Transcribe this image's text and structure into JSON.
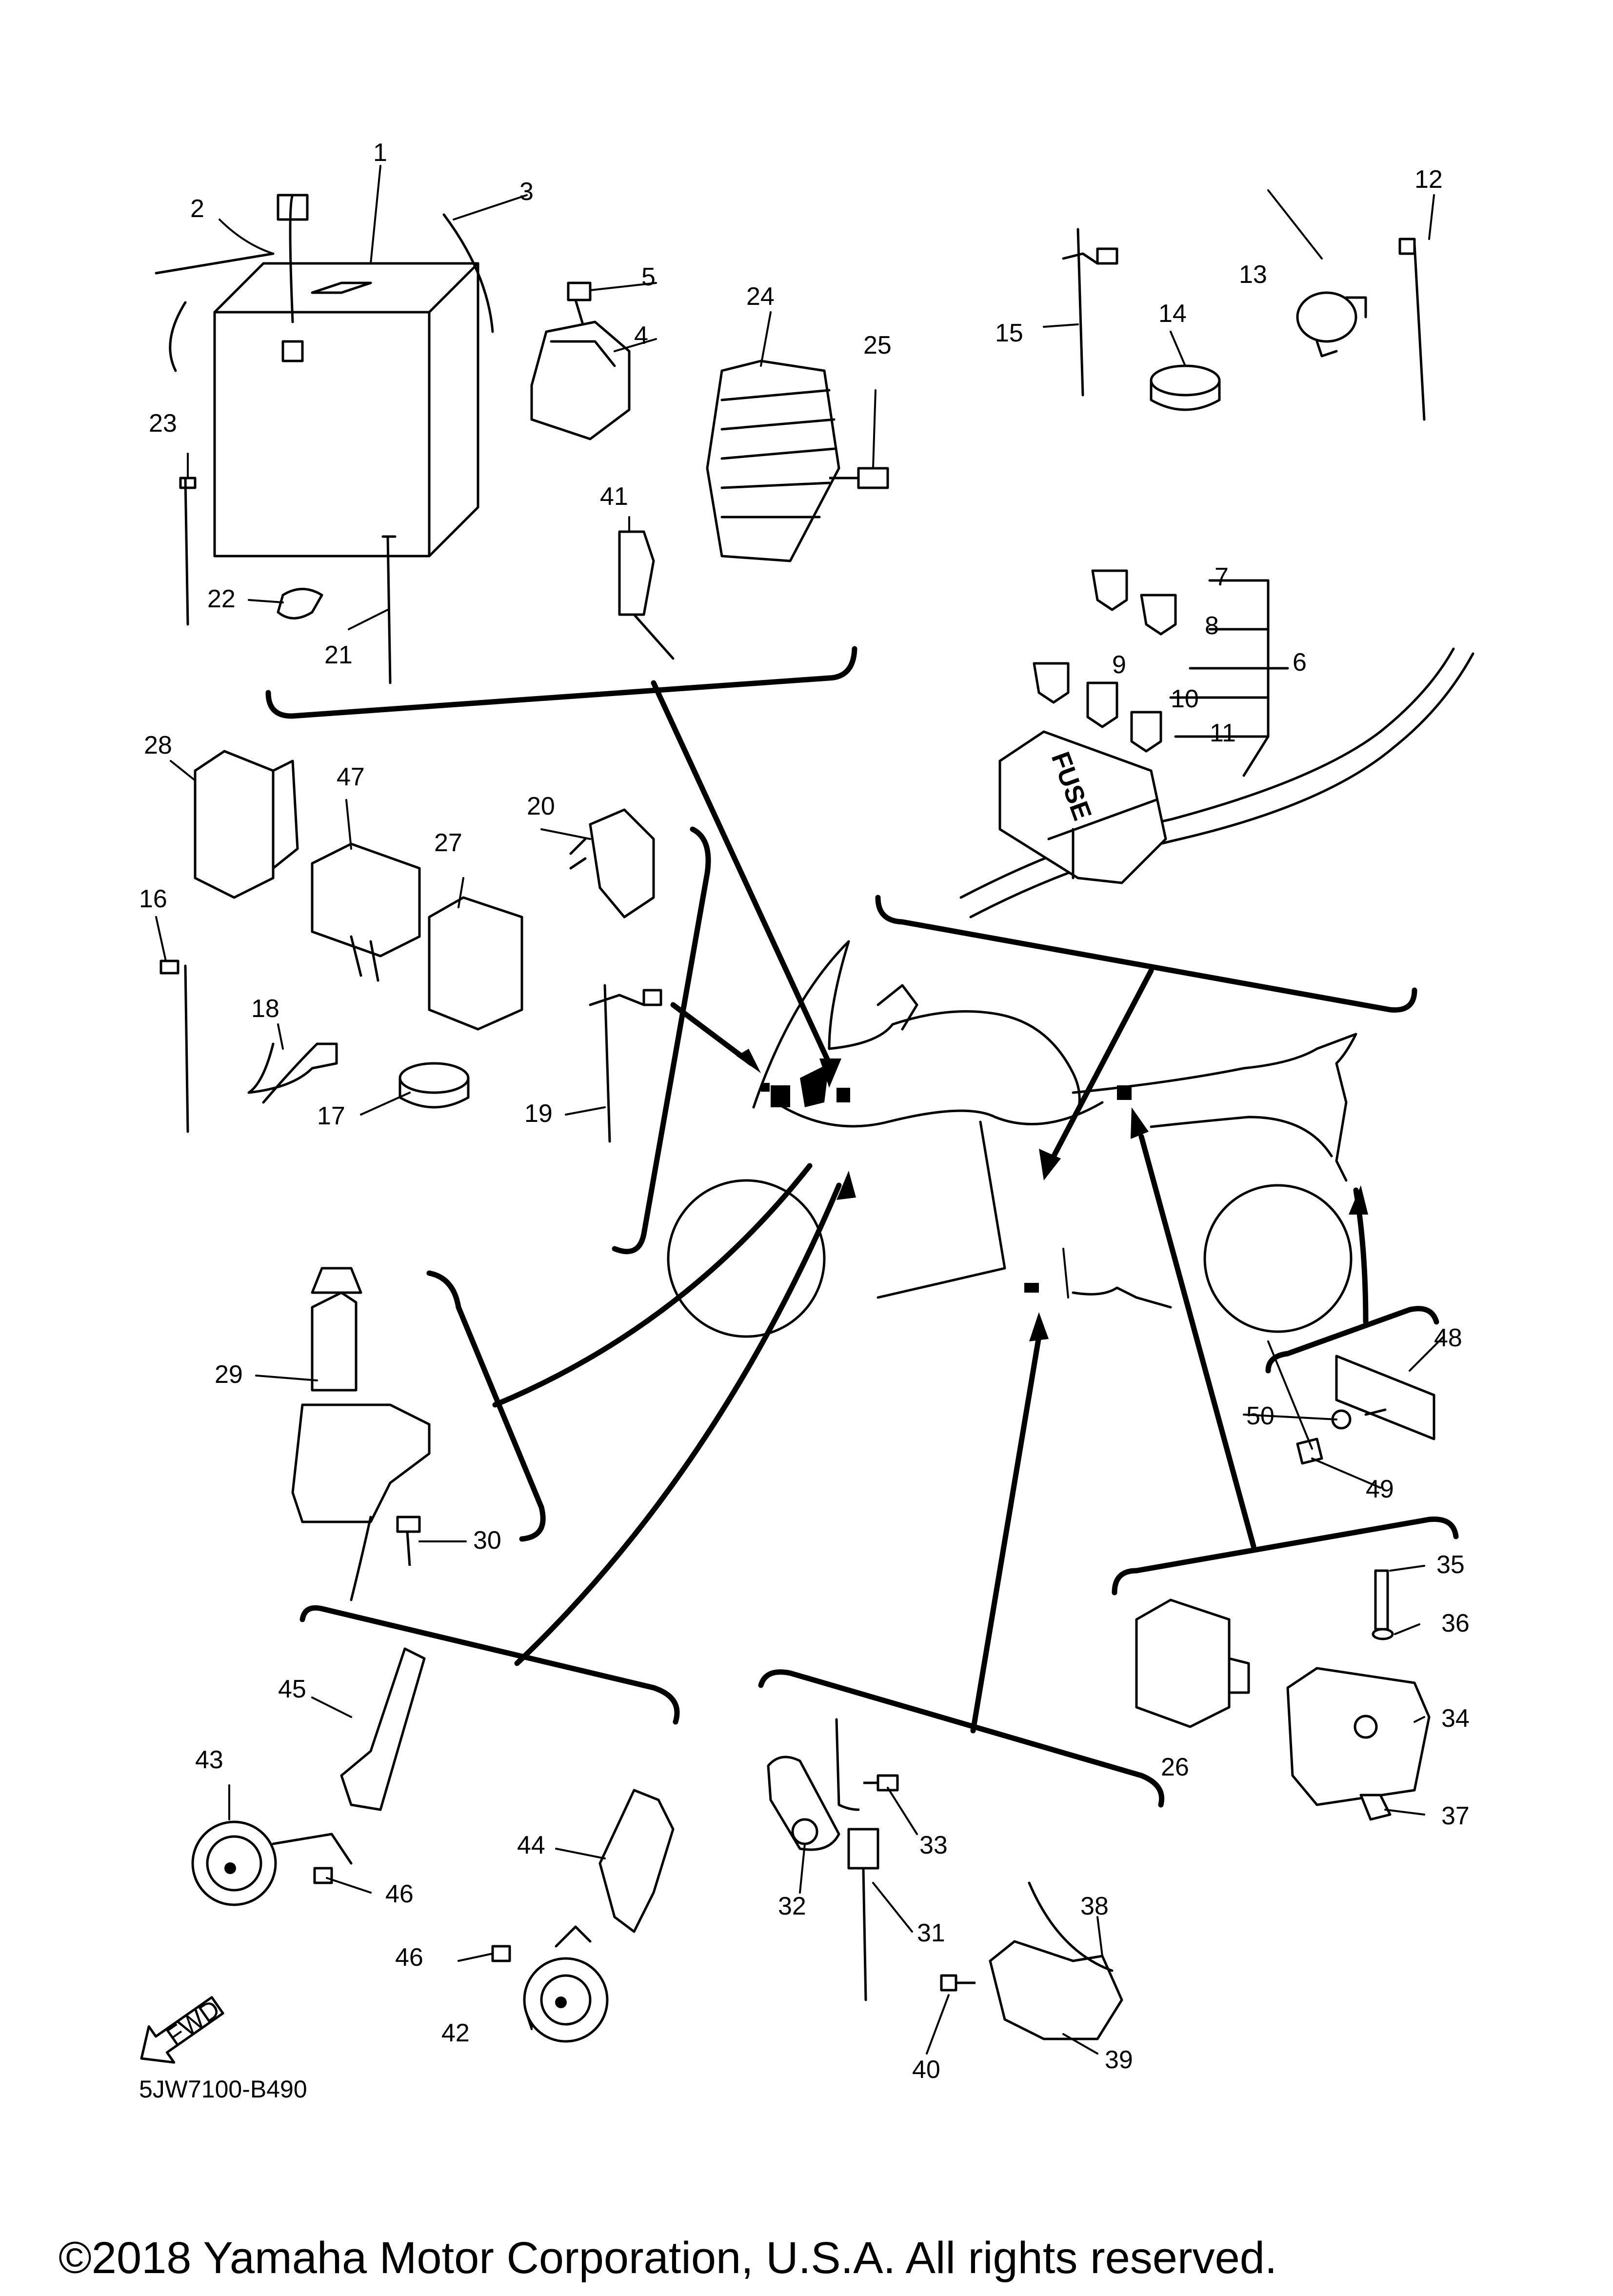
{
  "diagram": {
    "callouts": [
      "1",
      "2",
      "3",
      "4",
      "5",
      "6",
      "7",
      "8",
      "9",
      "10",
      "11",
      "12",
      "13",
      "14",
      "15",
      "16",
      "17",
      "18",
      "19",
      "20",
      "21",
      "22",
      "23",
      "24",
      "25",
      "26",
      "27",
      "28",
      "29",
      "30",
      "31",
      "32",
      "33",
      "34",
      "35",
      "36",
      "37",
      "38",
      "39",
      "40",
      "41",
      "42",
      "43",
      "44",
      "45",
      "46",
      "46",
      "47",
      "48",
      "49",
      "50"
    ],
    "fuse_box_label": "FUSE",
    "fwd_label": "FWD",
    "diagram_code": "5JW7100-B490",
    "copyright": "©2018 Yamaha Motor Corporation, U.S.A. All rights reserved."
  }
}
